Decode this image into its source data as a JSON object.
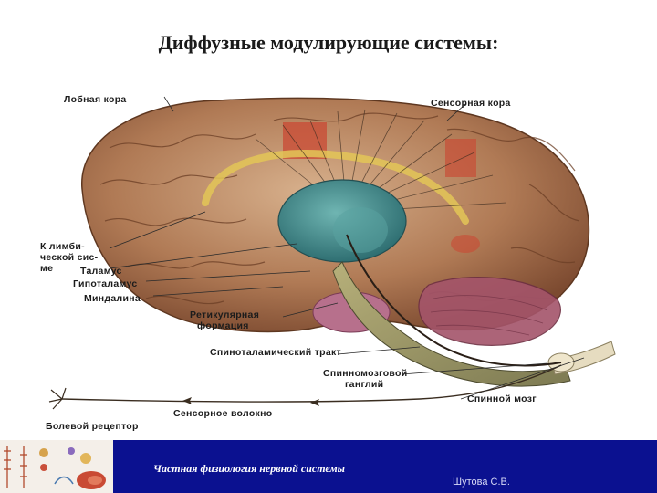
{
  "title": "Диффузные модулирующие системы:",
  "labels": {
    "frontal_cortex": "Лобная кора",
    "sensory_cortex": "Сенсорная кора",
    "limbic_1": "К лимби-",
    "limbic_2": "ческой сис-",
    "limbic_3": "ме",
    "thalamus": "Таламус",
    "hypothalamus": "Гипоталамус",
    "amygdala": "Миндалина",
    "reticular_1": "Ретикулярная",
    "reticular_2": "формация",
    "spinothalamic": "Спиноталамический тракт",
    "ganglion_1": "Спинномозговой",
    "ganglion_2": "ганглий",
    "spinal_cord": "Спинной мозг",
    "sensory_fiber": "Сенсорное волокно",
    "pain_receptor": "Болевой рецептор"
  },
  "footer": {
    "course": "Частная физиология нервной системы",
    "author": "Шутова С.В."
  },
  "colors": {
    "footer_bar": "#0b1190",
    "brain": "#a8714c",
    "thalamus": "#3f8a8c",
    "highlight": "#c94a34"
  }
}
